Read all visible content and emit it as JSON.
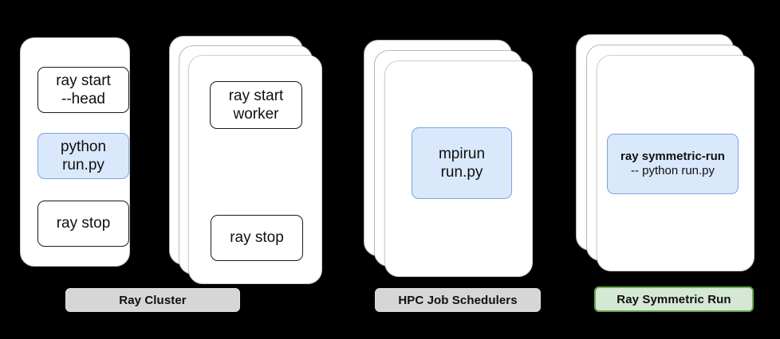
{
  "diagram": {
    "background_color": "#000000",
    "highlight_fill": "#dae8fc",
    "highlight_border": "#7ea6dd",
    "label_grey_fill": "#d6d6d6",
    "label_green_fill": "#d5e8d4",
    "label_green_border": "#6aa84f"
  },
  "groups": [
    {
      "id": "ray-cluster",
      "label": "Ray Cluster",
      "label_style": "grey",
      "stacks": [
        {
          "id": "head-node",
          "card_count": 1,
          "boxes": [
            {
              "id": "ray-start-head",
              "style": "plain",
              "lines": [
                "ray start",
                "--head"
              ]
            },
            {
              "id": "python-run-py",
              "style": "highlight",
              "lines": [
                "python",
                "run.py"
              ]
            },
            {
              "id": "ray-stop-head",
              "style": "plain",
              "lines": [
                "ray stop"
              ]
            }
          ]
        },
        {
          "id": "worker-nodes",
          "card_count": 3,
          "boxes": [
            {
              "id": "ray-start-worker",
              "style": "plain",
              "lines": [
                "ray start",
                "worker"
              ]
            },
            {
              "id": "ray-stop-worker",
              "style": "plain",
              "lines": [
                "ray stop"
              ]
            }
          ]
        }
      ]
    },
    {
      "id": "hpc-job-schedulers",
      "label": "HPC Job Schedulers",
      "label_style": "grey",
      "stacks": [
        {
          "id": "hpc-nodes",
          "card_count": 3,
          "boxes": [
            {
              "id": "mpirun-run-py",
              "style": "highlight",
              "lines": [
                "mpirun",
                "run.py"
              ]
            }
          ]
        }
      ]
    },
    {
      "id": "ray-symmetric-run",
      "label": "Ray Symmetric Run",
      "label_style": "green",
      "stacks": [
        {
          "id": "symmetric-nodes",
          "card_count": 3,
          "boxes": [
            {
              "id": "ray-symmetric-run-cmd",
              "style": "highlight",
              "lines": [
                "ray symmetric-run",
                "-- python run.py"
              ],
              "bold_first_line": true
            }
          ]
        }
      ]
    }
  ],
  "text": {
    "ray_start_head_l1": "ray start",
    "ray_start_head_l2": "--head",
    "python_run_l1": "python",
    "python_run_l2": "run.py",
    "ray_stop_head": "ray stop",
    "ray_start_worker_l1": "ray start",
    "ray_start_worker_l2": "worker",
    "ray_stop_worker": "ray stop",
    "mpirun_l1": "mpirun",
    "mpirun_l2": "run.py",
    "symmetric_l1": "ray symmetric-run",
    "symmetric_l2": "-- python run.py",
    "label_ray_cluster": "Ray Cluster",
    "label_hpc": "HPC Job Schedulers",
    "label_symmetric": "Ray Symmetric Run"
  }
}
